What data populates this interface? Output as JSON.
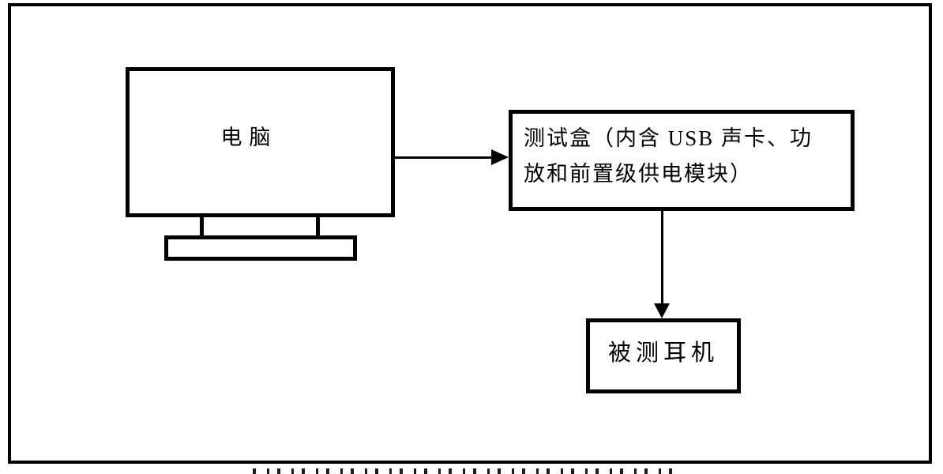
{
  "diagram": {
    "type": "flow-diagram",
    "background_color": "#ffffff",
    "line_color": "#000000",
    "nodes": {
      "computer": {
        "label": "电脑",
        "shape": "monitor-with-stand"
      },
      "test_box": {
        "label": "测试盒（内含 USB 声卡、功放和前置级供电模块）",
        "label_lines": [
          "测试盒（内含 USB 声卡、功",
          "放和前置级供电模块）"
        ],
        "shape": "rectangle"
      },
      "headphone": {
        "label": "被测耳机",
        "shape": "rectangle"
      }
    },
    "connections": [
      {
        "from": "computer",
        "to": "test_box",
        "style": "solid-arrow",
        "direction": "right"
      },
      {
        "from": "test_box",
        "to": "headphone",
        "style": "solid-arrow",
        "direction": "down"
      }
    ],
    "caption": {
      "note": "caption line clipped at bottom edge; only glyph tops visible"
    }
  }
}
